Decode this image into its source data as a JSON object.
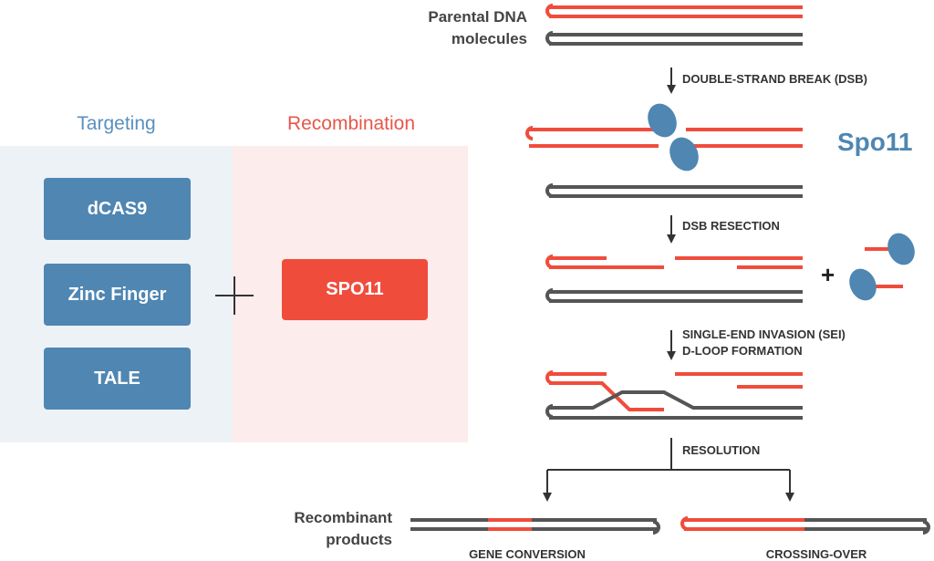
{
  "left": {
    "targeting_title": "Targeting",
    "recombination_title": "Recombination",
    "targeting_items": [
      "dCAS9",
      "Zinc Finger",
      "TALE"
    ],
    "recombination_item": "SPO11"
  },
  "right": {
    "parental_label": [
      "Parental DNA",
      "molecules"
    ],
    "step_dsb": "DOUBLE-STRAND BREAK (DSB)",
    "spo11_label": "Spo11",
    "step_resection": "DSB RESECTION",
    "step_sei": "SINGLE-END INVASION (SEI)",
    "step_dloop": "D-LOOP FORMATION",
    "step_resolution": "RESOLUTION",
    "recombinant_label": [
      "Recombinant",
      "products"
    ],
    "gene_conversion": "GENE CONVERSION",
    "crossing_over": "CROSSING-OVER"
  },
  "colors": {
    "red": "#f04c3c",
    "grey": "#555555",
    "blue": "#4f86b2"
  }
}
